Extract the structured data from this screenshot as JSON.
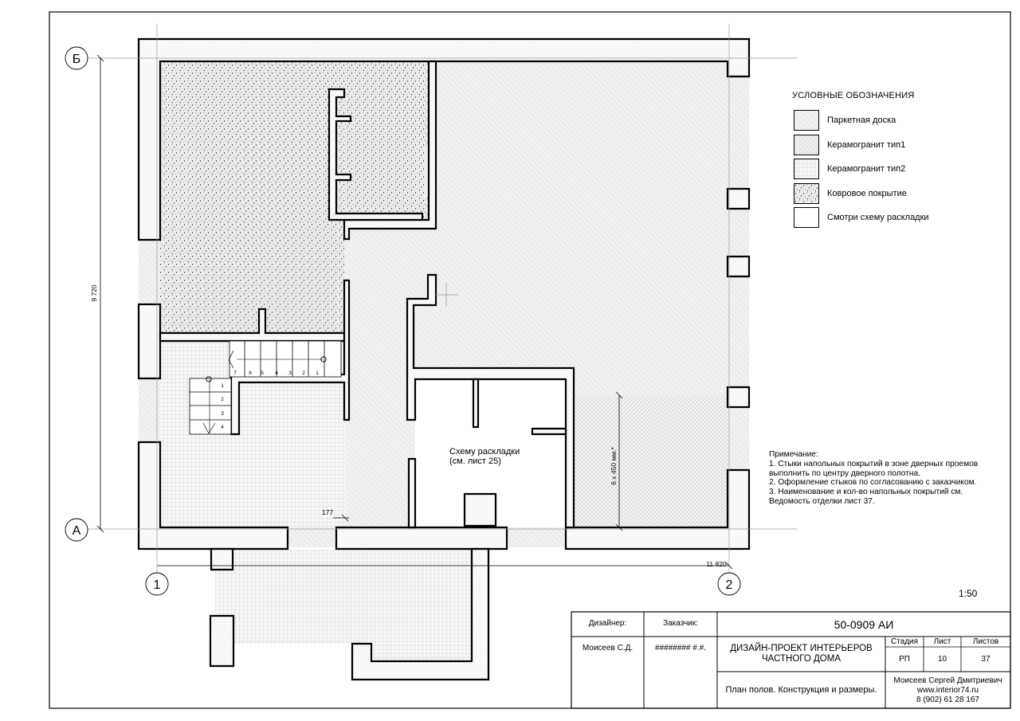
{
  "drawing": {
    "axes": {
      "top": "Б",
      "bottom": "А",
      "left": "1",
      "right": "2"
    },
    "dims": {
      "vertical": "9 720",
      "horizontal": "11 820",
      "small": "177",
      "tile_span": "6 x 450 мм.*"
    },
    "stairs": {
      "top_numbers": [
        "7",
        "6",
        "5",
        "4",
        "3",
        "2",
        "1"
      ],
      "side_numbers": [
        "1",
        "2",
        "3",
        "4"
      ]
    },
    "room_label": {
      "line1": "Схему раскладки",
      "line2": "(см. лист 25)"
    }
  },
  "legend": {
    "title": "УСЛОВНЫЕ ОБОЗНАЧЕНИЯ",
    "items": [
      {
        "label": "Паркетная доска",
        "pattern": "parquet"
      },
      {
        "label": "Керамогранит тип1",
        "pattern": "ceramic1"
      },
      {
        "label": "Керамогранит тип2",
        "pattern": "ceramic2"
      },
      {
        "label": "Ковровое покрытие",
        "pattern": "carpet"
      },
      {
        "label": "Смотри схему раскладки",
        "pattern": "none"
      }
    ]
  },
  "notes": {
    "title": "Примечание:",
    "lines": [
      "1. Стыки напольных покрытий в зоне дверных проемов",
      "выполнить по центру дверного полотна.",
      "2. Оформление стыков по согласованию с заказчиком.",
      "3. Наименование и кол-во напольных покрытий см.",
      "Ведомость отделки лист 37."
    ]
  },
  "scale": "1:50",
  "title_block": {
    "designer_label": "Дизайнер:",
    "customer_label": "Заказчик:",
    "designer_name": "Моисеев С.Д.",
    "customer_name": "######## #.#.",
    "code": "50-0909 АИ",
    "project_line1": "ДИЗАЙН-ПРОЕКТ ИНТЕРЬЕРОВ",
    "project_line2": "ЧАСТНОГО ДОМА",
    "stage_label": "Стадия",
    "sheet_label": "Лист",
    "sheets_label": "Листов",
    "stage": "РП",
    "sheet": "10",
    "sheets": "37",
    "sheet_title": "План полов. Конструкция и размеры.",
    "author": "Моисеев Сергей Дмитриевич",
    "site": "www.interior74.ru",
    "phone": "8 (902) 61 28 167"
  }
}
